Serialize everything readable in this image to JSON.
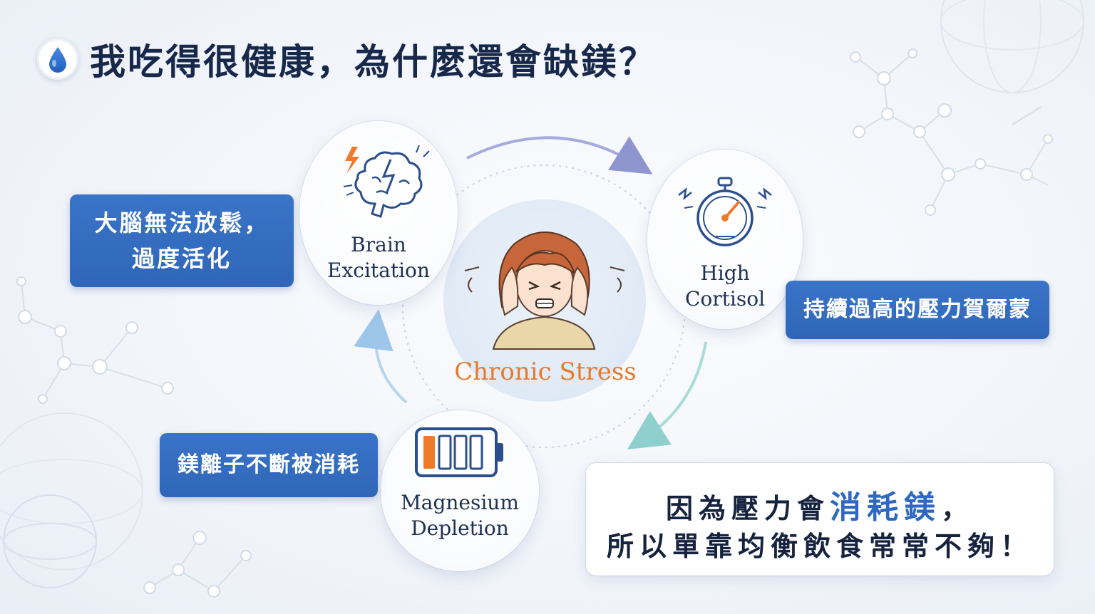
{
  "title": "我吃得很健康，為什麼還會缺鎂？",
  "center": {
    "label": "Chronic Stress"
  },
  "nodes": {
    "brain": {
      "label": "Brain\nExcitation",
      "note": "大腦無法放鬆，\n過度活化"
    },
    "cortisol": {
      "label": "High\nCortisol",
      "note": "持續過高的壓力賀爾蒙"
    },
    "magnesium": {
      "label": "Magnesium\nDepletion",
      "note": "鎂離子不斷被消耗"
    }
  },
  "conclusion": {
    "line1_prefix": "因為壓力會",
    "line1_emphasis": "消耗鎂",
    "line1_suffix": "，",
    "line2": "所以單靠均衡飲食常常不夠！"
  },
  "colors": {
    "label_blue": "#2f66b8",
    "accent_orange": "#e67a2c",
    "emphasis_blue": "#2f68c2",
    "title_navy": "#17284a"
  },
  "icons": [
    "water-drop-icon",
    "brain-lightning-icon",
    "stopwatch-icon",
    "battery-low-icon",
    "stressed-person-illustration"
  ]
}
